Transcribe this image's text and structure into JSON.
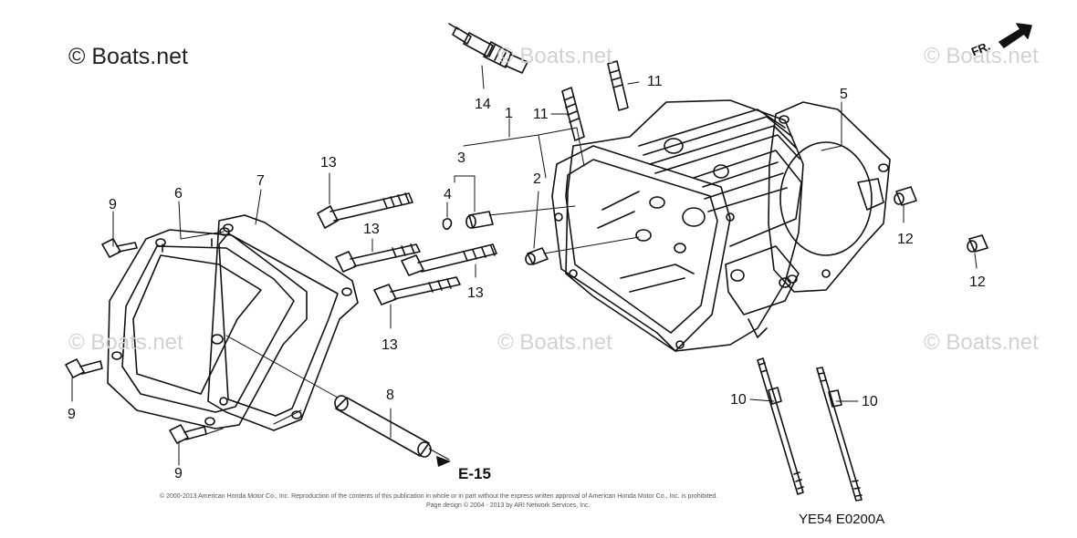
{
  "watermarks": {
    "main": "© Boats.net",
    "faint": "© Boats.net"
  },
  "orientation": {
    "label": "FR."
  },
  "callouts": [
    "1",
    "2",
    "3",
    "4",
    "5",
    "6",
    "7",
    "8",
    "9",
    "9",
    "9",
    "10",
    "10",
    "11",
    "11",
    "12",
    "12",
    "13",
    "13",
    "13",
    "13",
    "14"
  ],
  "reference": {
    "page": "E-15"
  },
  "diagram_code": "YE54 E0200A",
  "copyright": {
    "line1": "© 2000-2013 American Honda Motor Co., Inc. Reproduction of the contents of this publication in whole or in part without the express written approval of American Honda Motor Co., Inc. is prohibited.",
    "line2": "Page design © 2004 - 2013 by ARI Network Services, Inc."
  }
}
